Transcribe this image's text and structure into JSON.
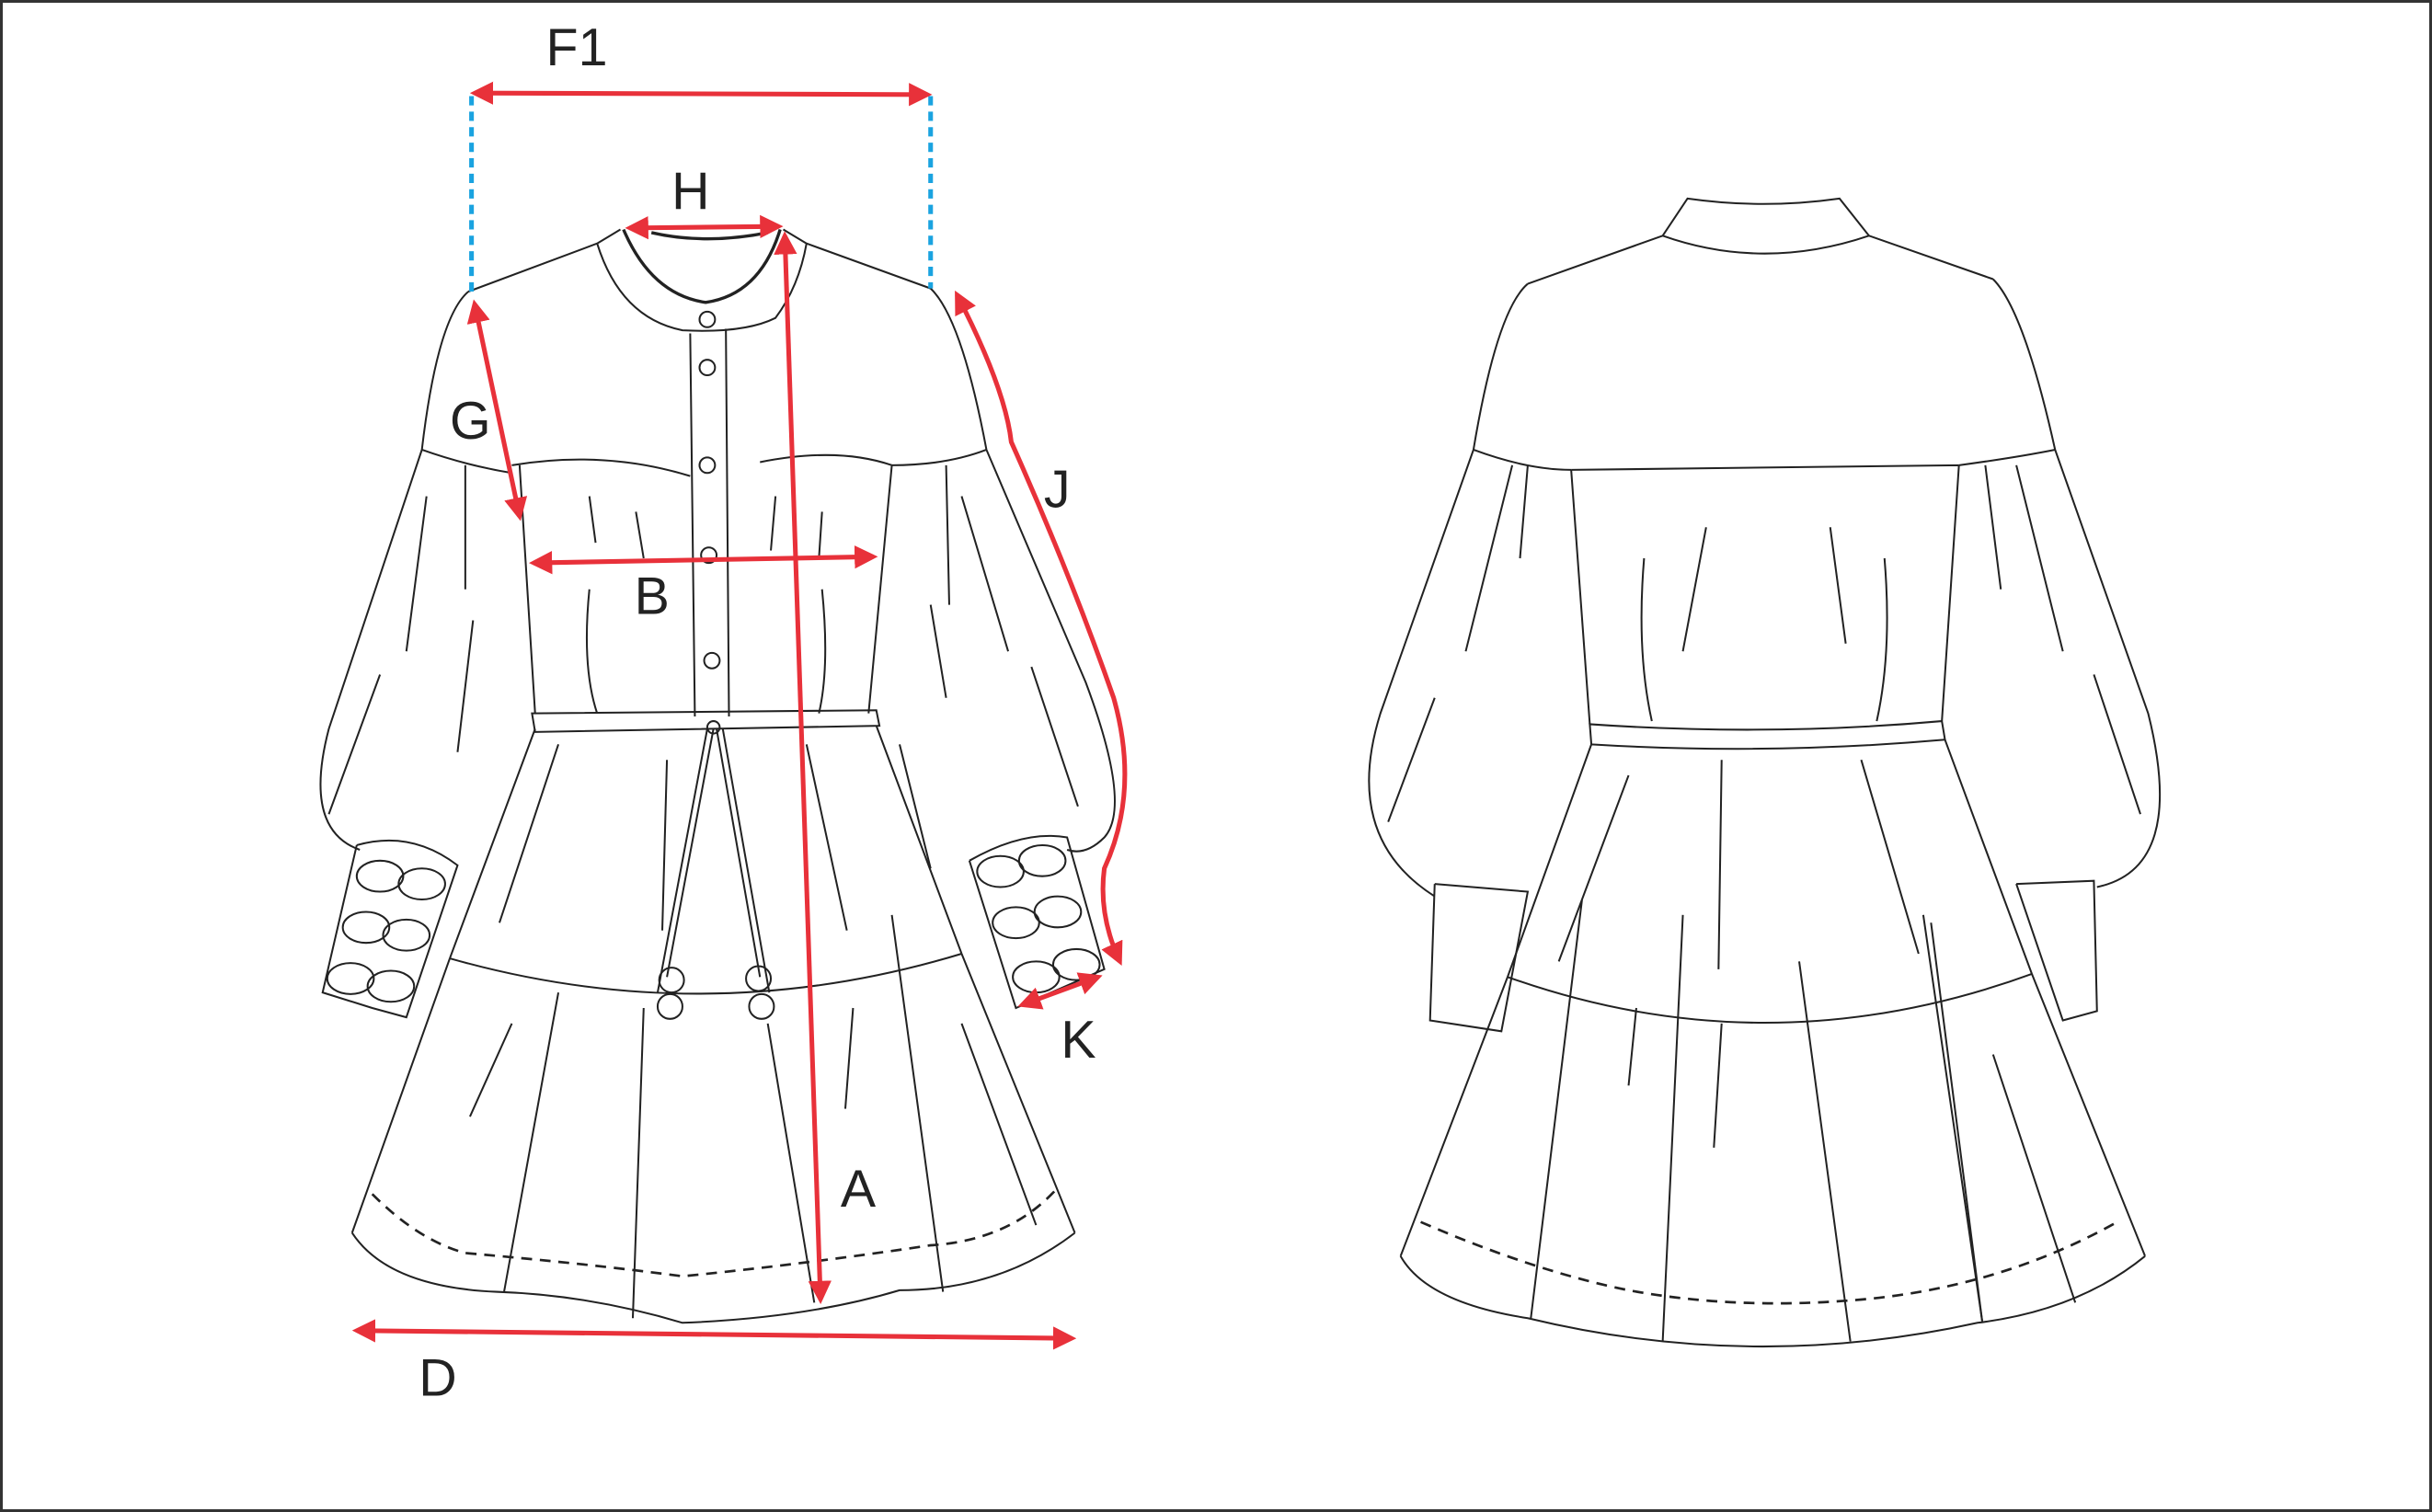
{
  "measurements": {
    "F1": "F1",
    "H": "H",
    "G": "G",
    "B": "B",
    "J": "J",
    "A": "A",
    "K": "K",
    "D": "D"
  },
  "colors": {
    "arrow": "#e8313a",
    "guide": "#1aa3e0",
    "outline": "#222222"
  }
}
